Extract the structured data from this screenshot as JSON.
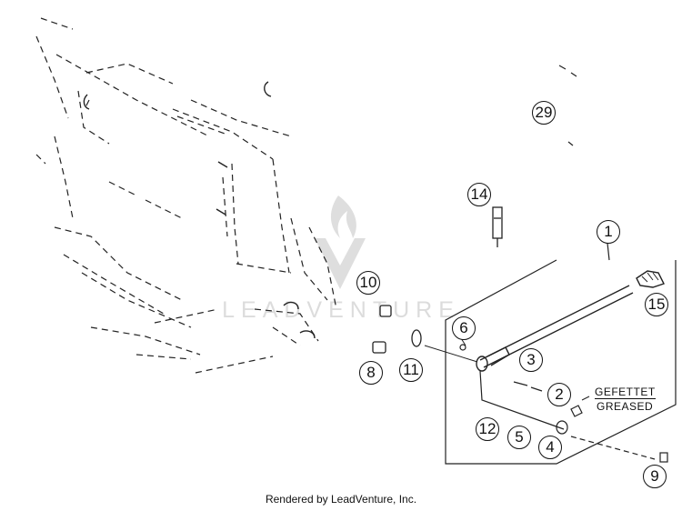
{
  "callouts": {
    "c29": "29",
    "c14": "14",
    "c1": "1",
    "c10": "10",
    "c15": "15",
    "c6": "6",
    "c3": "3",
    "c11": "11",
    "c8": "8",
    "c2": "2",
    "c12": "12",
    "c5": "5",
    "c4": "4",
    "c9": "9"
  },
  "annotation": {
    "line1": "GEFETTET",
    "line2": "GREASED"
  },
  "watermark": {
    "text": "LEADVENTURE"
  },
  "footer": {
    "credit": "Rendered by LeadVenture, Inc."
  },
  "colors": {
    "line": "#111111",
    "watermark": "#dcdcdc",
    "background": "#ffffff"
  }
}
